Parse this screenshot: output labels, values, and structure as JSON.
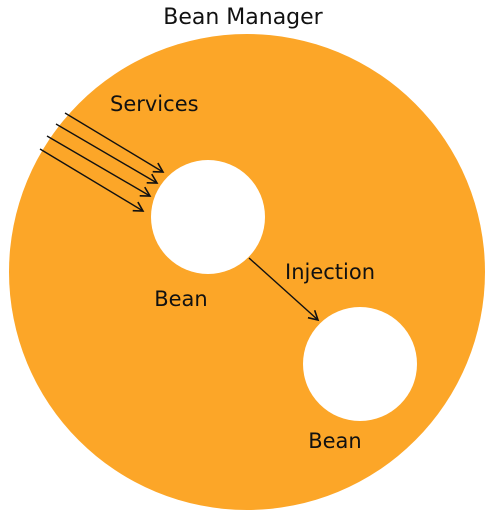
{
  "diagram": {
    "title": "Bean Manager",
    "services_label": "Services",
    "injection_label": "Injection",
    "beans": [
      {
        "label": "Bean"
      },
      {
        "label": "Bean"
      }
    ],
    "colors": {
      "container_fill": "#FCA628",
      "bean_fill": "#FFFFFF",
      "arrow_stroke": "#111111",
      "text": "#111111"
    }
  }
}
